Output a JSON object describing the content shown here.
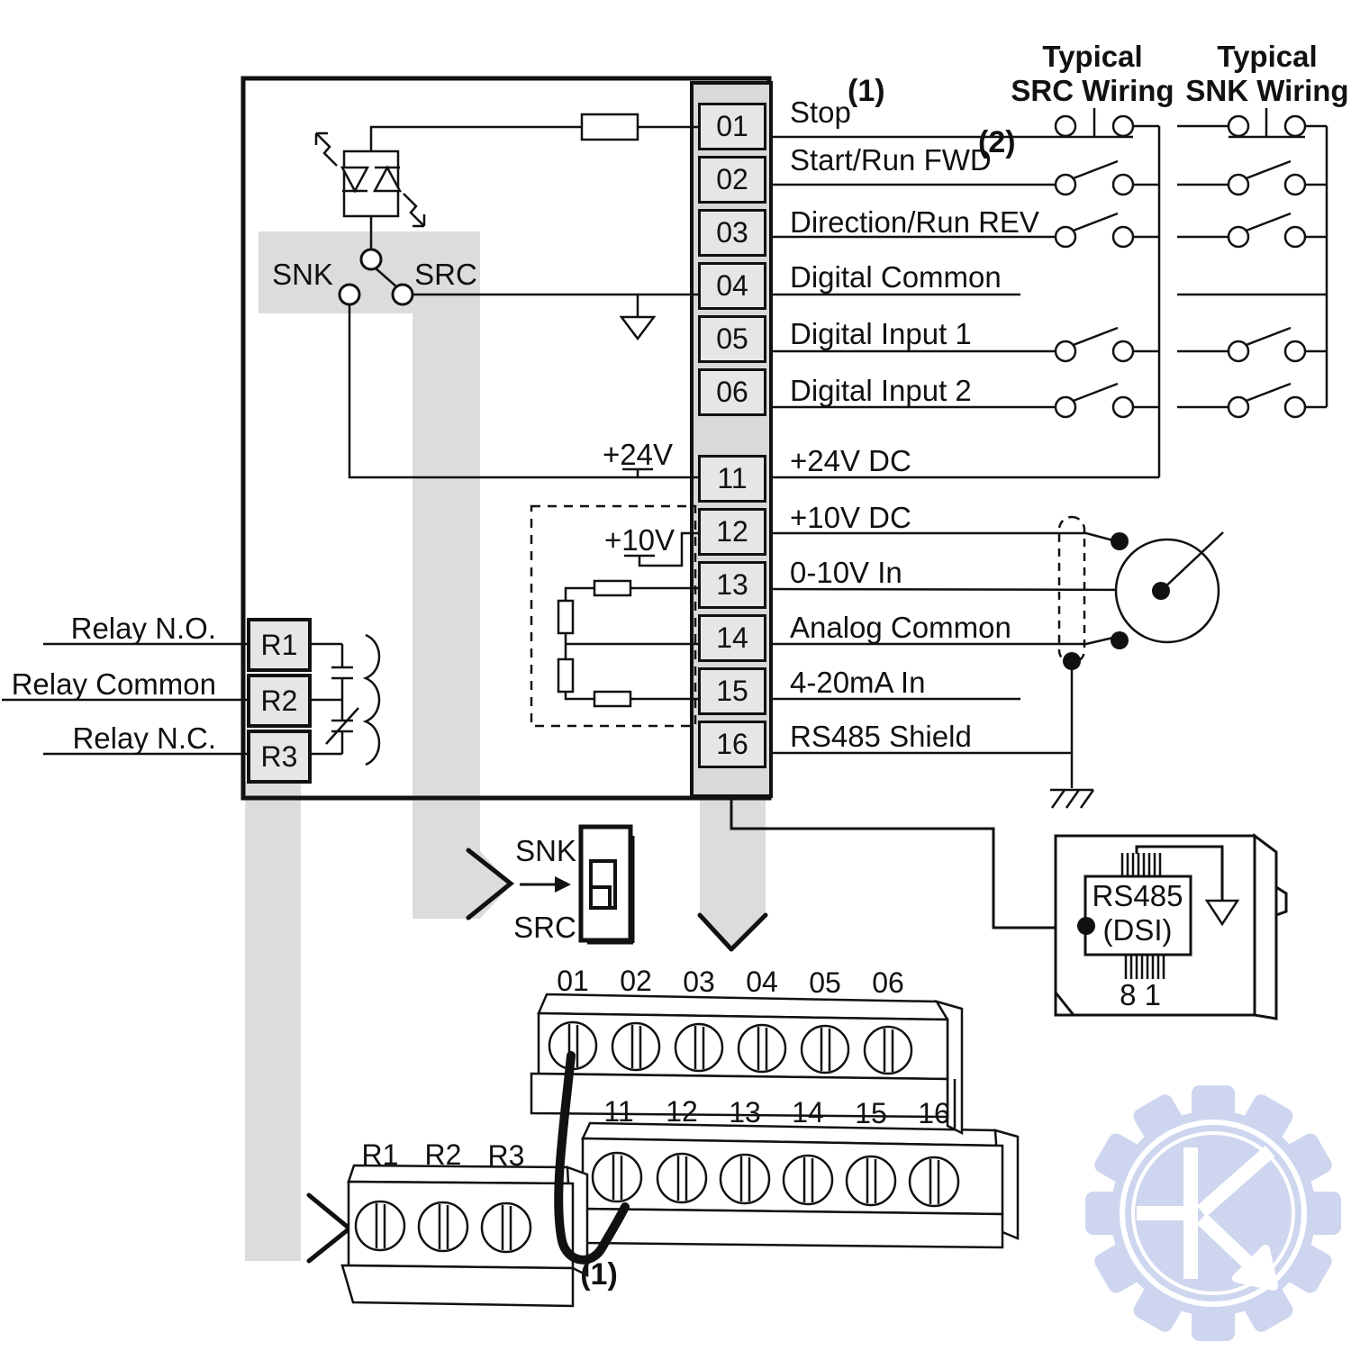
{
  "colors": {
    "line": "#111111",
    "band": "#dcdcdc",
    "cell_fill": "#e6e6e6",
    "watermark": "#cbd4ee"
  },
  "headers": {
    "src_line1": "Typical",
    "src_line2": "SRC Wiring",
    "snk_line1": "Typical",
    "snk_line2": "SNK Wiring"
  },
  "io_rows": [
    {
      "num": "01",
      "label": "Stop",
      "note": "(1)"
    },
    {
      "num": "02",
      "label": "Start/Run FWD",
      "note": "(2)"
    },
    {
      "num": "03",
      "label": "Direction/Run REV",
      "note": ""
    },
    {
      "num": "04",
      "label": "Digital Common",
      "note": ""
    },
    {
      "num": "05",
      "label": "Digital Input 1",
      "note": ""
    },
    {
      "num": "06",
      "label": "Digital Input 2",
      "note": ""
    }
  ],
  "analog_rows": [
    {
      "num": "11",
      "label": "+24V DC"
    },
    {
      "num": "12",
      "label": "+10V DC"
    },
    {
      "num": "13",
      "label": "0-10V In"
    },
    {
      "num": "14",
      "label": "Analog Common"
    },
    {
      "num": "15",
      "label": "4-20mA In"
    },
    {
      "num": "16",
      "label": "RS485 Shield"
    }
  ],
  "relay_rows": [
    {
      "num": "R1",
      "label": "Relay N.O."
    },
    {
      "num": "R2",
      "label": "Relay Common"
    },
    {
      "num": "R3",
      "label": "Relay N.C."
    }
  ],
  "internal": {
    "snk": "SNK",
    "src": "SRC",
    "p24": "+24V",
    "p10": "+10V"
  },
  "dip": {
    "top": "SNK",
    "bottom": "SRC"
  },
  "rs485": {
    "line1": "RS485",
    "line2": "(DSI)",
    "pins": "8 1"
  },
  "bottom": {
    "jumper_note": "(1)",
    "blockA": [
      "01",
      "02",
      "03",
      "04",
      "05",
      "06"
    ],
    "blockB": [
      "11",
      "12",
      "13",
      "14",
      "15",
      "16"
    ],
    "blockC": [
      "R1",
      "R2",
      "R3"
    ]
  }
}
